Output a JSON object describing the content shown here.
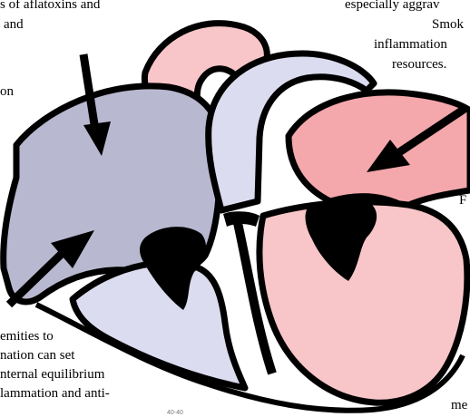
{
  "text_fragments": {
    "top_left_1": "s of aflatoxins and",
    "top_left_2": "and",
    "mid_left": "on",
    "top_right_1": "especially aggrav",
    "top_right_2": "Smok",
    "top_right_3": "inflammation",
    "top_right_4": "resources.",
    "right_letter": "F",
    "bottom_left_1": "emities to",
    "bottom_left_2": "nation can set",
    "bottom_left_3": "nternal equilibrium",
    "bottom_left_4": "lammation and anti-",
    "bottom_right": "me"
  },
  "page_number": "40-40",
  "colors": {
    "right_chambers": "#c8c8dc",
    "left_chambers": "#f4a8ac",
    "pulmonary_artery": "#f8c6c8",
    "lavender": "#dcdcf0",
    "outline": "#000000"
  }
}
